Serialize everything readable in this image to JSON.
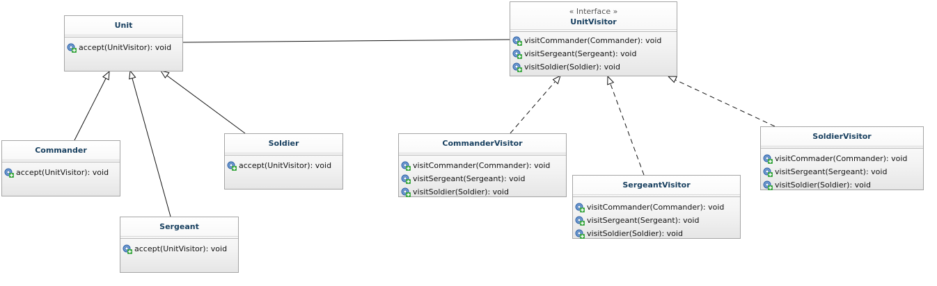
{
  "diagram": {
    "classes": [
      {
        "id": "unit",
        "name": "Unit",
        "stereotype": "",
        "operations": [
          "accept(UnitVisitor): void"
        ]
      },
      {
        "id": "commander",
        "name": "Commander",
        "stereotype": "",
        "operations": [
          "accept(UnitVisitor): void"
        ]
      },
      {
        "id": "sergeant",
        "name": "Sergeant",
        "stereotype": "",
        "operations": [
          "accept(UnitVisitor): void"
        ]
      },
      {
        "id": "soldier",
        "name": "Soldier",
        "stereotype": "",
        "operations": [
          "accept(UnitVisitor): void"
        ]
      },
      {
        "id": "unit-visitor",
        "name": "UnitVisitor",
        "stereotype": "« Interface »",
        "operations": [
          "visitCommander(Commander): void",
          "visitSergeant(Sergeant): void",
          "visitSoldier(Soldier): void"
        ]
      },
      {
        "id": "commander-visitor",
        "name": "CommanderVisitor",
        "stereotype": "",
        "operations": [
          "visitCommander(Commander): void",
          "visitSergeant(Sergeant): void",
          "visitSoldier(Soldier): void"
        ]
      },
      {
        "id": "sergeant-visitor",
        "name": "SergeantVisitor",
        "stereotype": "",
        "operations": [
          "visitCommander(Commander): void",
          "visitSergeant(Sergeant): void",
          "visitSoldier(Soldier): void"
        ]
      },
      {
        "id": "soldier-visitor",
        "name": "SoldierVisitor",
        "stereotype": "",
        "operations": [
          "visitCommader(Commander): void",
          "visitSergeant(Sergeant): void",
          "visitSoldier(Soldier): void"
        ]
      }
    ],
    "relations": [
      {
        "type": "association",
        "from": "unit",
        "to": "unit-visitor"
      },
      {
        "type": "generalization",
        "from": "commander",
        "to": "unit"
      },
      {
        "type": "generalization",
        "from": "sergeant",
        "to": "unit"
      },
      {
        "type": "generalization",
        "from": "soldier",
        "to": "unit"
      },
      {
        "type": "realization",
        "from": "commander-visitor",
        "to": "unit-visitor"
      },
      {
        "type": "realization",
        "from": "sergeant-visitor",
        "to": "unit-visitor"
      },
      {
        "type": "realization",
        "from": "soldier-visitor",
        "to": "unit-visitor"
      }
    ],
    "colors": {
      "class_name": "#163e5e",
      "border": "#a4a4a4",
      "line": "#111111",
      "method_icon_blue": "#2c5fa5",
      "method_icon_green": "#3aa640"
    },
    "icon": "public-method-icon"
  }
}
